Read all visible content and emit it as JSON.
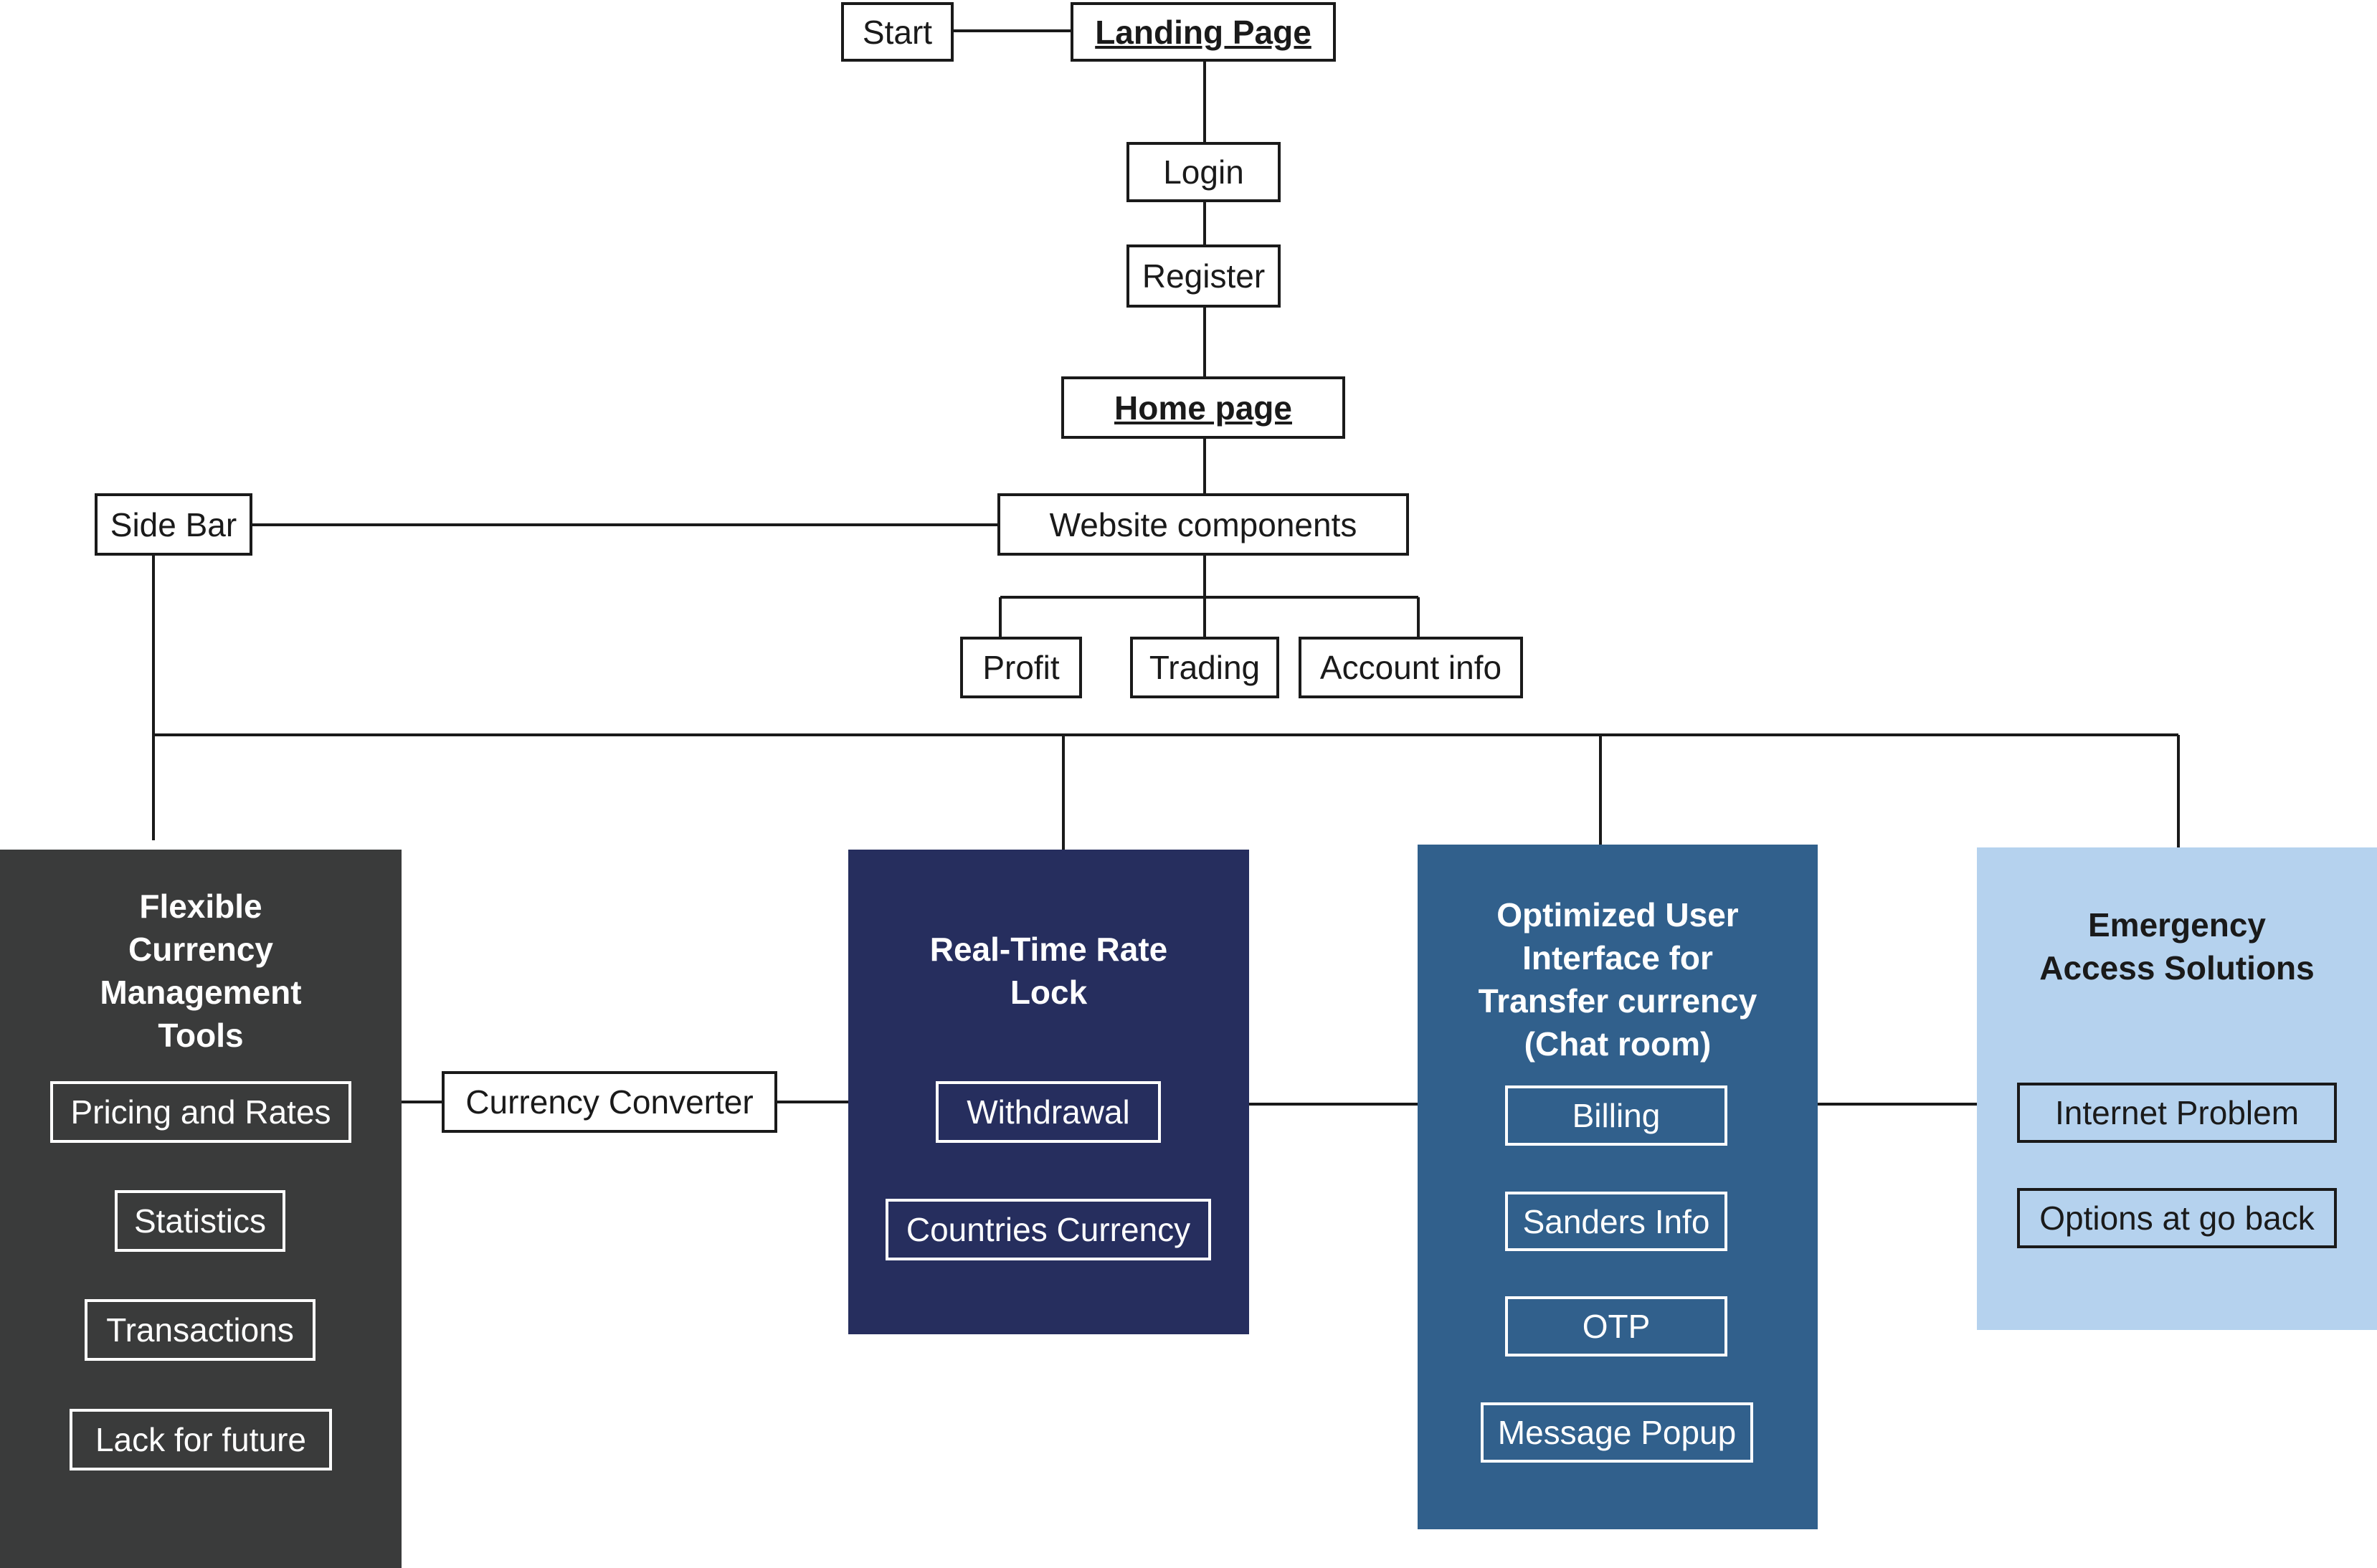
{
  "diagram": {
    "top": {
      "start": "Start",
      "landing_page": "Landing Page",
      "login": "Login",
      "register": "Register",
      "home_page": "Home page",
      "website_components": "Website components",
      "side_bar": "Side Bar",
      "profit": "Profit",
      "trading": "Trading",
      "account_info": "Account info",
      "currency_converter": "Currency Converter"
    },
    "panels": {
      "flexible": {
        "title": "Flexible\nCurrency\nManagement\nTools",
        "color": "#3a3b3b",
        "items": [
          "Pricing and Rates",
          "Statistics",
          "Transactions",
          "Lack for future"
        ]
      },
      "rate_lock": {
        "title": "Real-Time Rate\nLock",
        "color": "#262e5e",
        "items": [
          "Withdrawal",
          "Countries Currency"
        ]
      },
      "transfer_ui": {
        "title": "Optimized User\nInterface for\nTransfer currency\n(Chat room)",
        "color": "#31608c",
        "items": [
          "Billing",
          "Sanders Info",
          "OTP",
          "Message Popup"
        ]
      },
      "emergency": {
        "title": "Emergency\nAccess Solutions",
        "color": "#b5d2ee",
        "items": [
          "Internet Problem",
          "Options at go back"
        ]
      }
    }
  }
}
